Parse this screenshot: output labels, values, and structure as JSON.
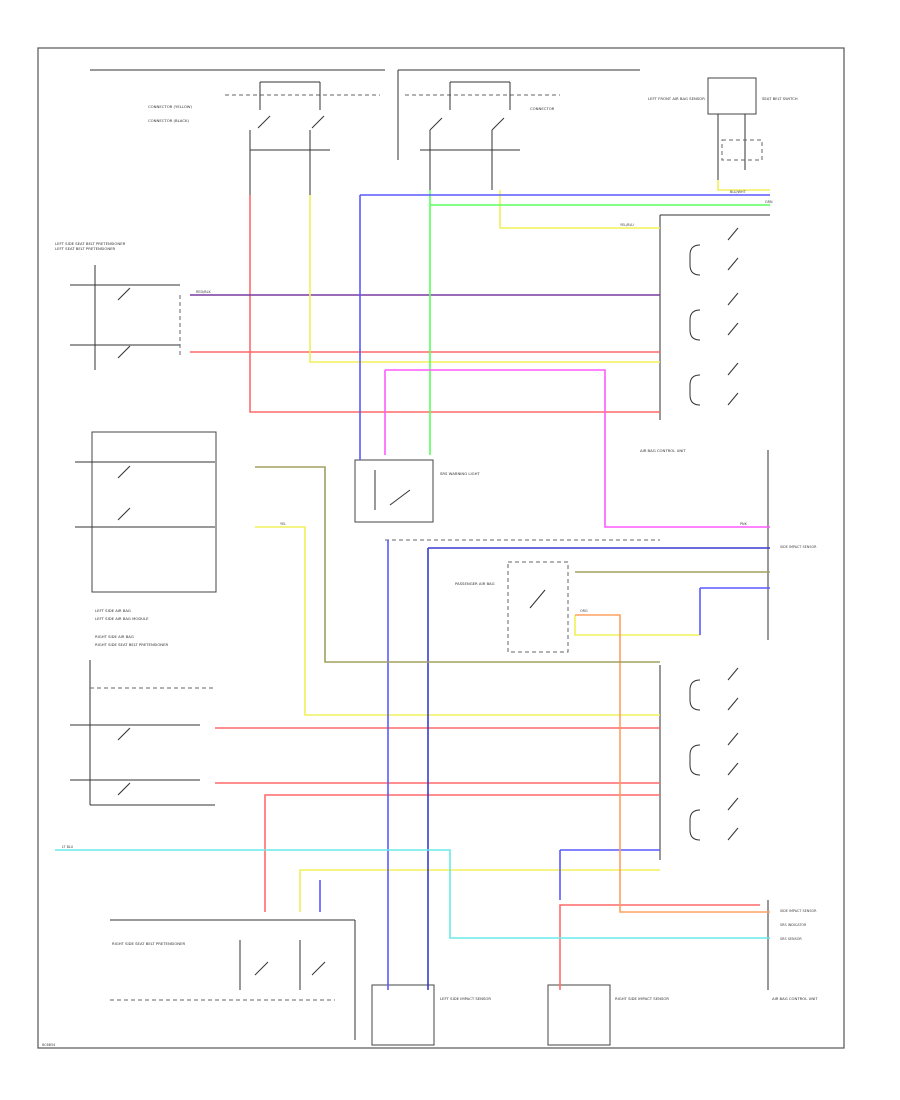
{
  "diagram": {
    "footer_code": "8C6B54",
    "blocks": {
      "left_top_seat_title": "LEFT SIDE SEAT BELT PRETENSIONER",
      "left_top_seat_sub": "LEFT SEAT BELT PRETENSIONER",
      "top_connector_label": "CONNECTOR (YELLOW)",
      "top_connector_sub": "CONNECTOR (BLACK)",
      "top_mid_label": "CONNECTOR",
      "top_right_label": "LEFT FRONT AIR BAG SENSOR",
      "upper_right_box": "SEAT BELT SWITCH",
      "mid_left_upper": "LEFT SIDE AIR BAG",
      "mid_left_lower": "LEFT SIDE AIR BAG MODULE",
      "center_box": "SRS WARNING LIGHT",
      "right_column_title": "AIR BAG CONTROL UNIT",
      "lower_left_title": "RIGHT SIDE AIR BAG",
      "lower_left_sub": "RIGHT SIDE SEAT BELT PRETENSIONER",
      "bottom_left_block": "RIGHT SIDE SEAT BELT PRETENSIONER",
      "bottom_center_1": "LEFT SIDE IMPACT SENSOR",
      "bottom_center_2": "RIGHT SIDE IMPACT SENSOR",
      "bottom_right_title": "AIR BAG CONTROL UNIT",
      "center_mid_label": "PASSENGER AIR BAG"
    },
    "right_pin_labels": [
      "SIDE IMPACT SENSOR",
      "SIDE IMPACT SENSOR",
      "SRS INDICATOR",
      "SRS SENSOR"
    ],
    "wire_labels": {
      "red_blk": "RED/BLK",
      "yel_blu": "YEL/BLU",
      "grn": "GRN",
      "blu_wht": "BLU/WHT",
      "pnk": "PNK",
      "org": "ORG",
      "yel": "YEL",
      "cyn": "LT BLU"
    },
    "colors": {
      "red": "#ff6a6a",
      "yellow": "#f0f05a",
      "green": "#5aff5a",
      "blue": "#5a5aff",
      "magenta": "#ff5aff",
      "purple": "#7a3aa0",
      "orange": "#ffa060",
      "cyan": "#6ae8e8",
      "olive": "#a0a060",
      "darkblue": "#3a3ad0"
    }
  }
}
